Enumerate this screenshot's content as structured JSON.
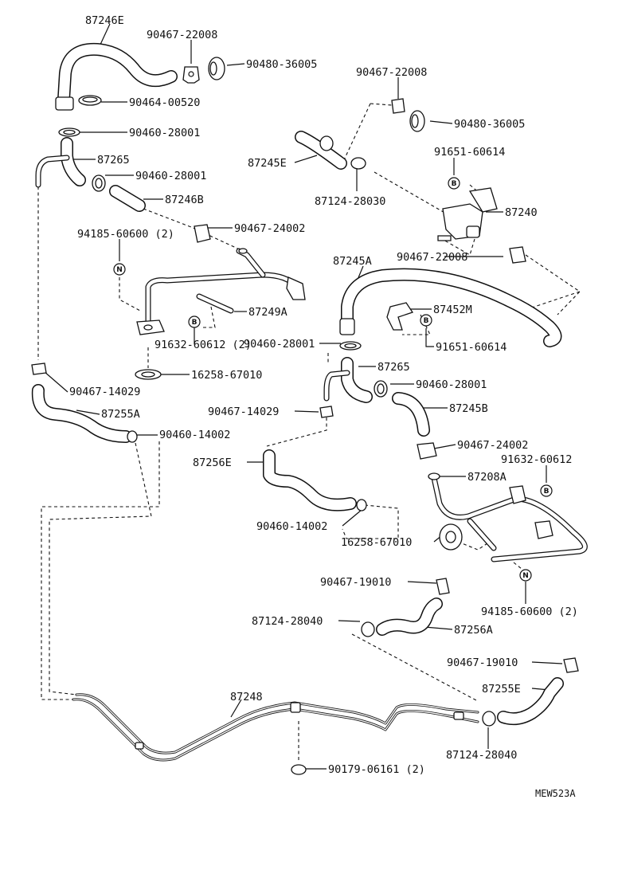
{
  "labels": {
    "l01": "87246E",
    "l02": "90467-22008",
    "l03": "90480-36005",
    "l04": "90464-00520",
    "l05": "90460-28001",
    "l06": "87265",
    "l07": "90460-28001",
    "l08": "87246B",
    "l09": "90467-24002",
    "l10": "94185-60600 (2)",
    "l11": "87249A",
    "l12": "91632-60612 (2)",
    "l13": "16258-67010",
    "l14": "90467-14029",
    "l15": "87255A",
    "l16": "90460-14002",
    "l17": "90467-22008",
    "l18": "90480-36005",
    "l19": "87245E",
    "l20": "91651-60614",
    "l21": "87124-28030",
    "l22": "87240",
    "l23": "90467-22008",
    "l24": "87245A",
    "l25": "87452M",
    "l26": "90460-28001",
    "l27": "91651-60614",
    "l28": "87265",
    "l29": "90460-28001",
    "l30": "90467-14029",
    "l31": "87245B",
    "l32": "87256E",
    "l33": "90467-24002",
    "l34": "91632-60612",
    "l35": "87208A",
    "l36": "90460-14002",
    "l37": "16258-67010",
    "l38": "90467-19010",
    "l39": "94185-60600 (2)",
    "l40": "87124-28040",
    "l41": "87256A",
    "l42": "90467-19010",
    "l43": "87248",
    "l44": "87255E",
    "l45": "87124-28040",
    "l46": "90179-06161 (2)",
    "l47": "MEW523A"
  },
  "symbols": {
    "b": "B",
    "n": "N"
  }
}
